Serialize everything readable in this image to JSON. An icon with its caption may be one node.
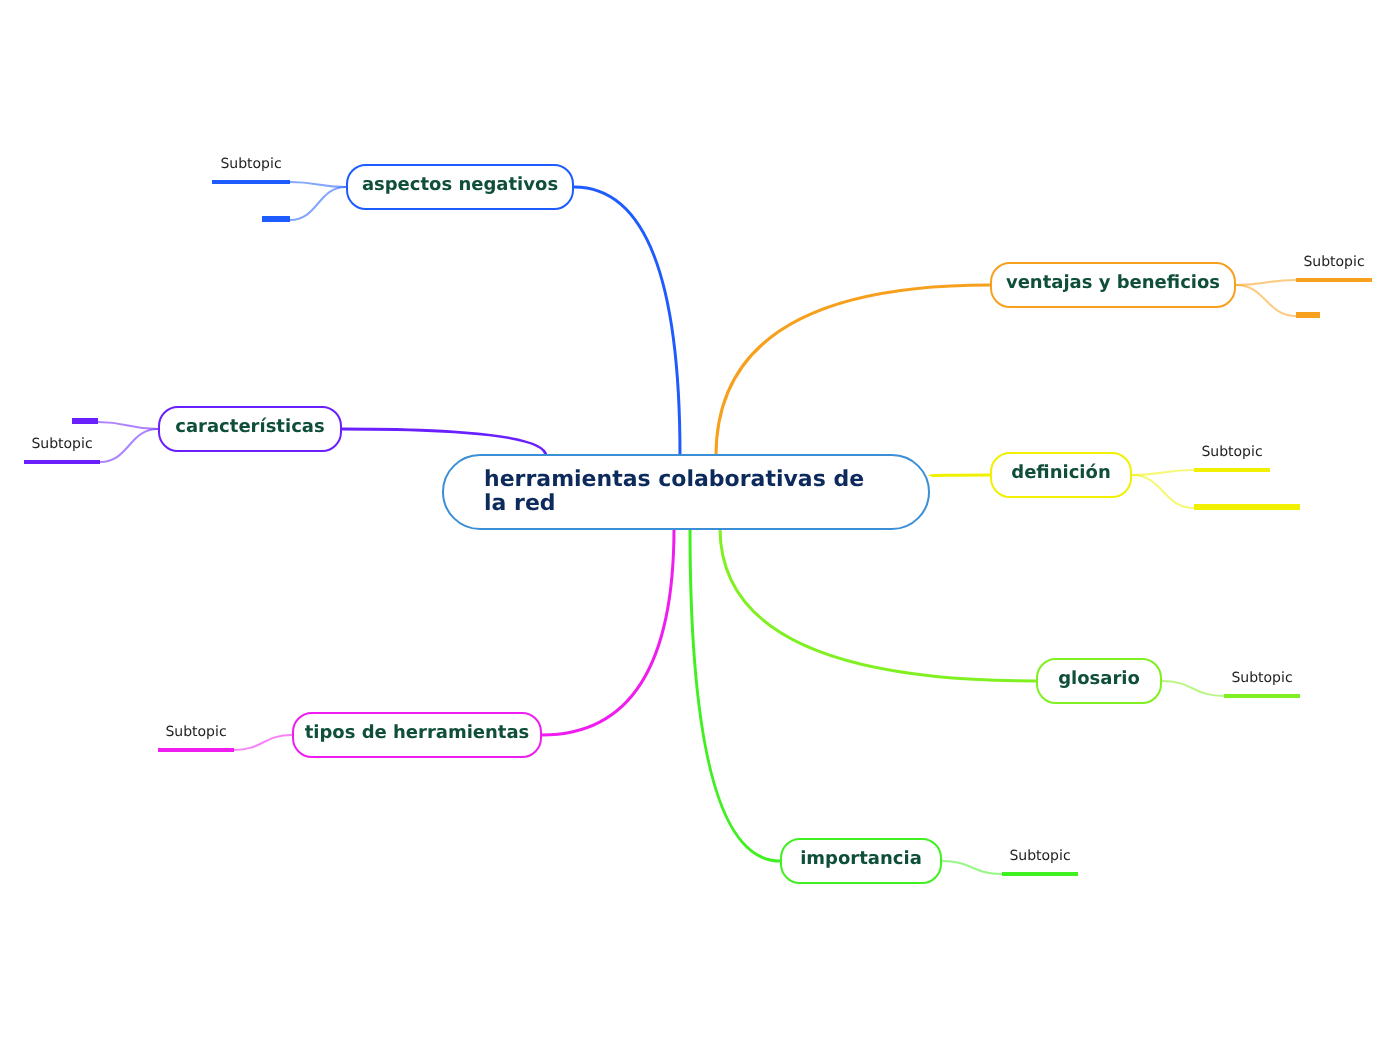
{
  "diagram": {
    "nodes": [
      {
        "text": [
          "herramientas colaborativas de la red"
        ]
      },
      {
        "text": [
          "aspectos negativos"
        ]
      },
      {
        "text": [
          "Subtopic"
        ]
      },
      {
        "text": [],
        "shape": "bar"
      },
      {
        "text": [
          "ventajas y beneficios"
        ]
      },
      {
        "text": [
          "Subtopic"
        ]
      },
      {
        "text": [],
        "shape": "bar"
      },
      {
        "text": [
          "características"
        ]
      },
      {
        "text": [],
        "shape": "bar"
      },
      {
        "text": [
          "Subtopic"
        ]
      },
      {
        "text": [
          "definición"
        ]
      },
      {
        "text": [
          "Subtopic"
        ]
      },
      {
        "text": [],
        "shape": "bar"
      },
      {
        "text": [
          "tipos de herramientas"
        ]
      },
      {
        "text": [
          "Subtopic"
        ]
      },
      {
        "text": [
          "glosario"
        ]
      },
      {
        "text": [
          "Subtopic"
        ]
      },
      {
        "text": [
          "importancia"
        ]
      },
      {
        "text": [
          "Subtopic"
        ]
      }
    ],
    "edges": [
      {
        "from": 0,
        "to": 1,
        "arrow": "none",
        "color": "#1f5cff"
      },
      {
        "from": 1,
        "to": 2,
        "arrow": "none",
        "color": "#1f5cff"
      },
      {
        "from": 1,
        "to": 3,
        "arrow": "none",
        "color": "#1f5cff"
      },
      {
        "from": 0,
        "to": 4,
        "arrow": "none",
        "color": "#f7a01d"
      },
      {
        "from": 4,
        "to": 5,
        "arrow": "none",
        "color": "#f7a01d"
      },
      {
        "from": 4,
        "to": 6,
        "arrow": "none",
        "color": "#f7a01d"
      },
      {
        "from": 0,
        "to": 7,
        "arrow": "none",
        "color": "#6a1fff"
      },
      {
        "from": 7,
        "to": 8,
        "arrow": "none",
        "color": "#6a1fff"
      },
      {
        "from": 7,
        "to": 9,
        "arrow": "none",
        "color": "#6a1fff"
      },
      {
        "from": 0,
        "to": 10,
        "arrow": "none",
        "color": "#f0f000"
      },
      {
        "from": 10,
        "to": 11,
        "arrow": "none",
        "color": "#f0f000"
      },
      {
        "from": 10,
        "to": 12,
        "arrow": "none",
        "color": "#f0f000"
      },
      {
        "from": 0,
        "to": 13,
        "arrow": "none",
        "color": "#f01df0"
      },
      {
        "from": 13,
        "to": 14,
        "arrow": "none",
        "color": "#f01df0"
      },
      {
        "from": 0,
        "to": 15,
        "arrow": "none",
        "color": "#80f020"
      },
      {
        "from": 15,
        "to": 16,
        "arrow": "none",
        "color": "#80f020"
      },
      {
        "from": 0,
        "to": 17,
        "arrow": "none",
        "color": "#40f020"
      },
      {
        "from": 17,
        "to": 18,
        "arrow": "none",
        "color": "#40f020"
      }
    ]
  }
}
